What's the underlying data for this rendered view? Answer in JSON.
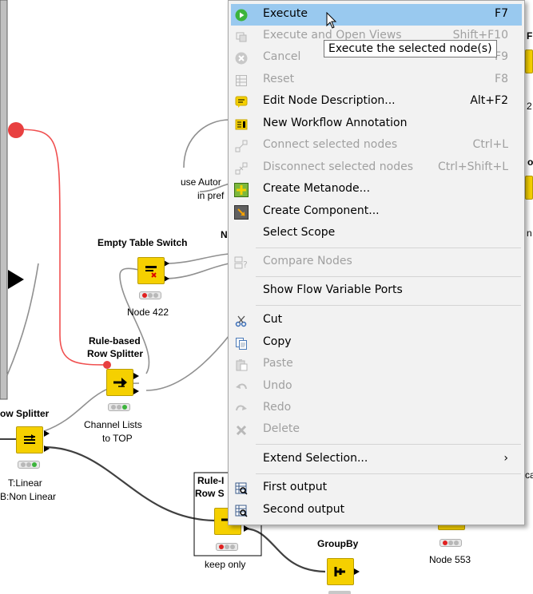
{
  "workflow": {
    "nodes": {
      "empty_table_switch": {
        "title": "Empty Table Switch",
        "caption": "Node 422"
      },
      "rule_row_splitter_top": {
        "title_line1": "Rule-based",
        "title_line2": "Row Splitter",
        "caption_line1": "Channel Lists",
        "caption_line2": "to TOP"
      },
      "row_splitter_left": {
        "title": "ow Splitter",
        "caption_line1": "T:Linear",
        "caption_line2": "B:Non Linear"
      },
      "rule_row_splitter_box": {
        "title_line1": "Rule-I",
        "title_line2": "Row S",
        "caption": "keep only"
      },
      "groupby": {
        "title": "GroupBy"
      },
      "node_553": {
        "caption": "Node 553"
      }
    },
    "partial_labels": {
      "use_auto_line1": "use Autor",
      "use_auto_line2": "in pref",
      "n_label": "N",
      "right_f": "F",
      "right_2": "2",
      "right_o": "o",
      "right_n": "n",
      "right_ca": "ca"
    }
  },
  "context_menu": {
    "items": [
      {
        "label": "Execute",
        "shortcut": "F7",
        "icon": "execute-icon",
        "disabled": false,
        "highlighted": true
      },
      {
        "label": "Execute and Open Views",
        "shortcut": "Shift+F10",
        "icon": "execute-open-views-icon",
        "disabled": true
      },
      {
        "label": "Cancel",
        "shortcut": "F9",
        "icon": "cancel-icon",
        "disabled": true
      },
      {
        "label": "Reset",
        "shortcut": "F8",
        "icon": "reset-icon",
        "disabled": true
      },
      {
        "label": "Edit Node Description...",
        "shortcut": "Alt+F2",
        "icon": "edit-description-icon",
        "disabled": false
      },
      {
        "label": "New Workflow Annotation",
        "shortcut": "",
        "icon": "annotation-icon",
        "disabled": false
      },
      {
        "label": "Connect selected nodes",
        "shortcut": "Ctrl+L",
        "icon": "connect-icon",
        "disabled": true
      },
      {
        "label": "Disconnect selected nodes",
        "shortcut": "Ctrl+Shift+L",
        "icon": "disconnect-icon",
        "disabled": true
      },
      {
        "label": "Create Metanode...",
        "shortcut": "",
        "icon": "metanode-icon",
        "disabled": false
      },
      {
        "label": "Create Component...",
        "shortcut": "",
        "icon": "component-icon",
        "disabled": false
      },
      {
        "label": "Select Scope",
        "shortcut": "",
        "icon": "",
        "disabled": false
      },
      {
        "label": "Compare Nodes",
        "shortcut": "",
        "icon": "compare-icon",
        "disabled": true
      },
      {
        "label": "Show Flow Variable Ports",
        "shortcut": "",
        "icon": "",
        "disabled": false
      },
      {
        "label": "Cut",
        "shortcut": "",
        "icon": "scissors-icon",
        "disabled": false
      },
      {
        "label": "Copy",
        "shortcut": "",
        "icon": "copy-icon",
        "disabled": false
      },
      {
        "label": "Paste",
        "shortcut": "",
        "icon": "paste-icon",
        "disabled": true
      },
      {
        "label": "Undo",
        "shortcut": "",
        "icon": "undo-icon",
        "disabled": true
      },
      {
        "label": "Redo",
        "shortcut": "",
        "icon": "redo-icon",
        "disabled": true
      },
      {
        "label": "Delete",
        "shortcut": "",
        "icon": "delete-icon",
        "disabled": true
      },
      {
        "label": "Extend Selection...",
        "shortcut": "",
        "icon": "",
        "disabled": false,
        "submenu": true
      },
      {
        "label": "First output",
        "shortcut": "",
        "icon": "table-view-icon",
        "disabled": false
      },
      {
        "label": "Second output",
        "shortcut": "",
        "icon": "table-view-icon",
        "disabled": false
      }
    ],
    "submenu_arrow": "›"
  },
  "tooltip": {
    "text": "Execute the selected node(s)"
  },
  "colors": {
    "node_yellow": "#f5d000",
    "highlight": "#99c9ef",
    "connection_red": "#f05050",
    "connection_gray": "#808080"
  }
}
